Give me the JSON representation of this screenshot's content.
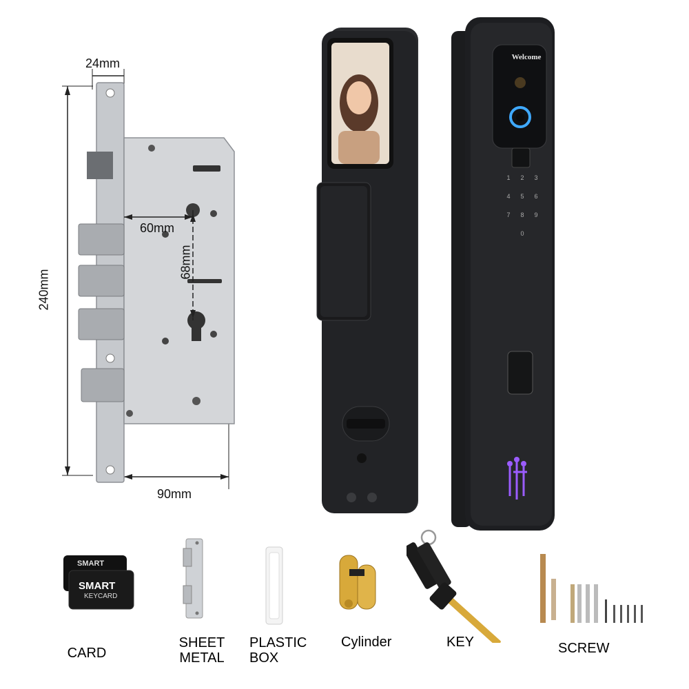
{
  "mortise": {
    "dims": {
      "faceplate_width": "24mm",
      "height": "240mm",
      "backset": "60mm",
      "center_distance": "68mm",
      "depth": "90mm"
    }
  },
  "lock_front": {
    "screen_label": "Welcome",
    "keypad": [
      "1",
      "2",
      "3",
      "4",
      "5",
      "6",
      "7",
      "8",
      "9",
      "0"
    ]
  },
  "accessories": [
    {
      "name": "CARD",
      "card_text_top": "SMART",
      "card_text_main": "SMART",
      "card_text_sub": "KEYCARD"
    },
    {
      "name": "SHEET METAL"
    },
    {
      "name": "PLASTIC BOX"
    },
    {
      "name": "Cylinder"
    },
    {
      "name": "KEY"
    },
    {
      "name": "SCREW"
    }
  ],
  "labels": {
    "card": "CARD",
    "sheet_metal_line1": "SHEET",
    "sheet_metal_line2": "METAL",
    "plastic_box_line1": "PLASTIC",
    "plastic_box_line2": "BOX",
    "cylinder": "Cylinder",
    "key": "KEY",
    "screw": "SCREW"
  },
  "colors": {
    "lock_body": "#1e1f22",
    "steel": "#c9ccd0",
    "brass": "#d8a93a",
    "led_purple": "#9b5cff",
    "led_blue": "#3fa9ff"
  }
}
